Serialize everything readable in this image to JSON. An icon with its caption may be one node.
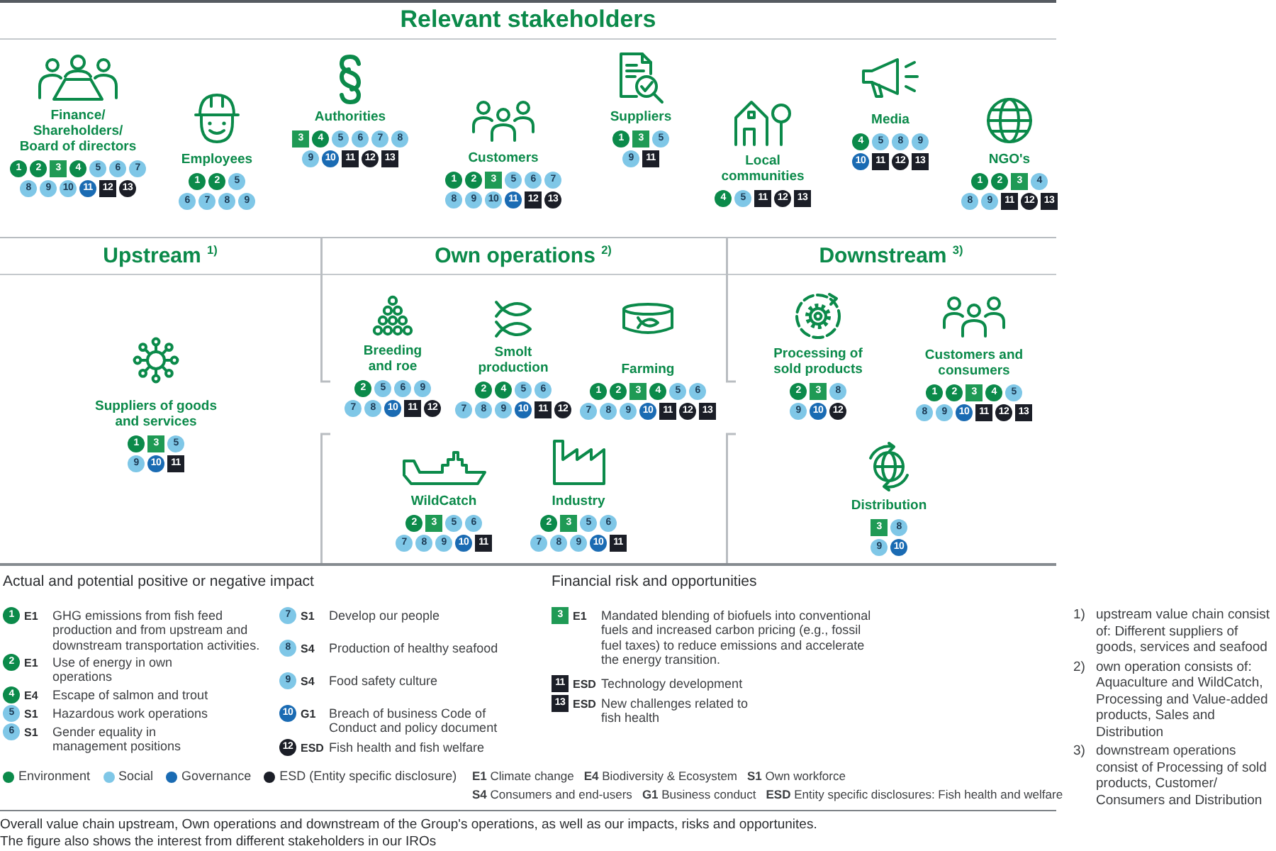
{
  "diagram": {
    "caption": "Overall value chain upstream, Own operations and downstream of the Group's operations, as well as our impacts, risks and opportunites. The figure also shows the interest from different stakeholders in our IROs",
    "nodes": [
      {
        "text": [
          "Relevant stakeholders"
        ]
      },
      {
        "text": [
          "Finance/ Shareholders/ Board of directors"
        ],
        "in": 0
      },
      {
        "text": [
          "1"
        ],
        "in": 0
      },
      {
        "text": [
          "2"
        ],
        "in": 0
      },
      {
        "text": [
          "3"
        ],
        "in": 0
      },
      {
        "text": [
          "4"
        ],
        "in": 0
      },
      {
        "text": [
          "5"
        ],
        "in": 0
      },
      {
        "text": [
          "6"
        ],
        "in": 0
      },
      {
        "text": [
          "7"
        ],
        "in": 0
      },
      {
        "text": [
          "8"
        ],
        "in": 0
      },
      {
        "text": [
          "9"
        ],
        "in": 0
      },
      {
        "text": [
          "10"
        ],
        "in": 0
      },
      {
        "text": [
          "11"
        ],
        "in": 0
      },
      {
        "text": [
          "12"
        ],
        "in": 0
      },
      {
        "text": [
          "13"
        ],
        "in": 0
      },
      {
        "text": [
          "Employees"
        ],
        "in": 0
      },
      {
        "text": [
          "1"
        ],
        "in": 0
      },
      {
        "text": [
          "2"
        ],
        "in": 0
      },
      {
        "text": [
          "5"
        ],
        "in": 0
      },
      {
        "text": [
          "6"
        ],
        "in": 0
      },
      {
        "text": [
          "7"
        ],
        "in": 0
      },
      {
        "text": [
          "8"
        ],
        "in": 0
      },
      {
        "text": [
          "9"
        ],
        "in": 0
      },
      {
        "text": [
          "Authorities"
        ],
        "in": 0
      },
      {
        "text": [
          "3"
        ],
        "in": 0
      },
      {
        "text": [
          "4"
        ],
        "in": 0
      },
      {
        "text": [
          "5"
        ],
        "in": 0
      },
      {
        "text": [
          "6"
        ],
        "in": 0
      },
      {
        "text": [
          "7"
        ],
        "in": 0
      },
      {
        "text": [
          "8"
        ],
        "in": 0
      },
      {
        "text": [
          "9"
        ],
        "in": 0
      },
      {
        "text": [
          "10"
        ],
        "in": 0
      },
      {
        "text": [
          "11"
        ],
        "in": 0
      },
      {
        "text": [
          "12"
        ],
        "in": 0
      },
      {
        "text": [
          "13"
        ],
        "in": 0
      },
      {
        "text": [
          "Customers"
        ],
        "in": 0
      },
      {
        "text": [
          "1"
        ],
        "in": 0
      },
      {
        "text": [
          "2"
        ],
        "in": 0
      },
      {
        "text": [
          "3"
        ],
        "in": 0
      },
      {
        "text": [
          "5"
        ],
        "in": 0
      },
      {
        "text": [
          "6"
        ],
        "in": 0
      },
      {
        "text": [
          "7"
        ],
        "in": 0
      },
      {
        "text": [
          "8"
        ],
        "in": 0
      },
      {
        "text": [
          "9"
        ],
        "in": 0
      },
      {
        "text": [
          "10"
        ],
        "in": 0
      },
      {
        "text": [
          "11"
        ],
        "in": 0
      },
      {
        "text": [
          "12"
        ],
        "in": 0
      },
      {
        "text": [
          "13"
        ],
        "in": 0
      },
      {
        "text": [
          "Suppliers"
        ],
        "in": 0
      },
      {
        "text": [
          "1"
        ],
        "in": 0
      },
      {
        "text": [
          "3"
        ],
        "in": 0
      },
      {
        "text": [
          "5"
        ],
        "in": 0
      },
      {
        "text": [
          "9"
        ],
        "in": 0
      },
      {
        "text": [
          "11"
        ],
        "in": 0
      },
      {
        "text": [
          "Local communities"
        ],
        "in": 0
      },
      {
        "text": [
          "4"
        ],
        "in": 0
      },
      {
        "text": [
          "5"
        ],
        "in": 0
      },
      {
        "text": [
          "11"
        ],
        "in": 0
      },
      {
        "text": [
          "12"
        ],
        "in": 0
      },
      {
        "text": [
          "13"
        ],
        "in": 0
      },
      {
        "text": [
          "Media"
        ],
        "in": 0
      },
      {
        "text": [
          "4"
        ],
        "in": 0
      },
      {
        "text": [
          "5"
        ],
        "in": 0
      },
      {
        "text": [
          "8"
        ],
        "in": 0
      },
      {
        "text": [
          "9"
        ],
        "in": 0
      },
      {
        "text": [
          "10"
        ],
        "in": 0
      },
      {
        "text": [
          "11"
        ],
        "in": 0
      },
      {
        "text": [
          "12"
        ],
        "in": 0
      },
      {
        "text": [
          "13"
        ],
        "in": 0
      },
      {
        "text": [
          "NGO's"
        ],
        "in": 0
      },
      {
        "text": [
          "1"
        ],
        "in": 0
      },
      {
        "text": [
          "2"
        ],
        "in": 0
      },
      {
        "text": [
          "3"
        ],
        "in": 0
      },
      {
        "text": [
          "4"
        ],
        "in": 0
      },
      {
        "text": [
          "8"
        ],
        "in": 0
      },
      {
        "text": [
          "9"
        ],
        "in": 0
      },
      {
        "text": [
          "11"
        ],
        "in": 0
      },
      {
        "text": [
          "12"
        ],
        "in": 0
      },
      {
        "text": [
          "13"
        ],
        "in": 0
      },
      {
        "text": [
          "Upstream $^{1)}$"
        ]
      },
      {
        "text": [
          "Suppliers of goods and services"
        ],
        "in": 79
      },
      {
        "text": [
          "1"
        ],
        "in": 79
      },
      {
        "text": [
          "3"
        ],
        "in": 79
      },
      {
        "text": [
          "5"
        ],
        "in": 79
      },
      {
        "text": [
          "9"
        ],
        "in": 79
      },
      {
        "text": [
          "10"
        ],
        "in": 79
      },
      {
        "text": [
          "11"
        ],
        "in": 79
      },
      {
        "text": [
          "Own operations $^{2)}$"
        ]
      },
      {
        "text": [
          "Breeding and roe"
        ],
        "in": 87
      },
      {
        "text": [
          "2"
        ],
        "in": 87
      },
      {
        "text": [
          "5"
        ],
        "in": 87
      },
      {
        "text": [
          "6"
        ],
        "in": 87
      },
      {
        "text": [
          "9"
        ],
        "in": 87
      },
      {
        "text": [
          "7"
        ],
        "in": 87
      },
      {
        "text": [
          "8"
        ],
        "in": 87
      },
      {
        "text": [
          "10"
        ],
        "in": 87
      },
      {
        "text": [
          "11"
        ],
        "in": 87
      },
      {
        "text": [
          "12"
        ],
        "in": 87
      },
      {
        "text": [
          "Smolt production"
        ],
        "in": 87
      },
      {
        "text": [
          "2"
        ],
        "in": 87
      },
      {
        "text": [
          "4"
        ],
        "in": 87
      },
      {
        "text": [
          "5"
        ],
        "in": 87
      },
      {
        "text": [
          "6"
        ],
        "in": 87
      },
      {
        "text": [
          "7"
        ],
        "in": 87
      },
      {
        "text": [
          "8"
        ],
        "in": 87
      },
      {
        "text": [
          "9"
        ],
        "in": 87
      },
      {
        "text": [
          "10"
        ],
        "in": 87
      },
      {
        "text": [
          "11"
        ],
        "in": 87
      },
      {
        "text": [
          "12"
        ],
        "in": 87
      },
      {
        "text": [
          "Farming"
        ],
        "in": 87
      },
      {
        "text": [
          "1"
        ],
        "in": 87
      },
      {
        "text": [
          "2"
        ],
        "in": 87
      },
      {
        "text": [
          "3"
        ],
        "in": 87
      },
      {
        "text": [
          "4"
        ],
        "in": 87
      },
      {
        "text": [
          "5"
        ],
        "in": 87
      },
      {
        "text": [
          "6"
        ],
        "in": 87
      },
      {
        "text": [
          "7"
        ],
        "in": 87
      },
      {
        "text": [
          "8"
        ],
        "in": 87
      },
      {
        "text": [
          "9"
        ],
        "in": 87
      },
      {
        "text": [
          "10"
        ],
        "in": 87
      },
      {
        "text": [
          "11"
        ],
        "in": 87
      },
      {
        "text": [
          "12"
        ],
        "in": 87
      },
      {
        "text": [
          "13"
        ],
        "in": 87
      },
      {
        "text": [
          "WildCatch"
        ],
        "in": 87
      },
      {
        "text": [
          "2"
        ],
        "in": 87
      },
      {
        "text": [
          "3"
        ],
        "in": 87
      },
      {
        "text": [
          "5"
        ],
        "in": 87
      },
      {
        "text": [
          "6"
        ],
        "in": 87
      },
      {
        "text": [
          "7"
        ],
        "in": 87
      },
      {
        "text": [
          "8"
        ],
        "in": 87
      },
      {
        "text": [
          "9"
        ],
        "in": 87
      },
      {
        "text": [
          "10"
        ],
        "in": 87
      },
      {
        "text": [
          "11"
        ],
        "in": 87
      },
      {
        "text": [
          "Industry"
        ],
        "in": 87
      },
      {
        "text": [
          "2"
        ],
        "in": 87
      },
      {
        "text": [
          "3"
        ],
        "in": 87
      },
      {
        "text": [
          "5"
        ],
        "in": 87
      },
      {
        "text": [
          "6"
        ],
        "in": 87
      },
      {
        "text": [
          "7"
        ],
        "in": 87
      },
      {
        "text": [
          "8"
        ],
        "in": 87
      },
      {
        "text": [
          "9"
        ],
        "in": 87
      },
      {
        "text": [
          "10"
        ],
        "in": 87
      },
      {
        "text": [
          "11"
        ],
        "in": 87
      },
      {
        "text": [
          "Downstream $^{3)}$"
        ]
      },
      {
        "text": [
          "Processing of sold products"
        ],
        "in": 143
      },
      {
        "text": [
          "2"
        ],
        "in": 143
      },
      {
        "text": [
          "3"
        ],
        "in": 143
      },
      {
        "text": [
          "8"
        ],
        "in": 143
      },
      {
        "text": [
          "9"
        ],
        "in": 143
      },
      {
        "text": [
          "10"
        ],
        "in": 143
      },
      {
        "text": [
          "12"
        ],
        "in": 143
      },
      {
        "text": [
          "Customers and consumers"
        ],
        "in": 143
      },
      {
        "text": [
          "1"
        ],
        "in": 143
      },
      {
        "text": [
          "2"
        ],
        "in": 143
      },
      {
        "text": [
          "3"
        ],
        "in": 143
      },
      {
        "text": [
          "4"
        ],
        "in": 143
      },
      {
        "text": [
          "5"
        ],
        "in": 143
      },
      {
        "text": [
          "8"
        ],
        "in": 143
      },
      {
        "text": [
          "9"
        ],
        "in": 143
      },
      {
        "text": [
          "10"
        ],
        "in": 143
      },
      {
        "text": [
          "11"
        ],
        "in": 143
      },
      {
        "text": [
          "12"
        ],
        "in": 143
      },
      {
        "text": [
          "13"
        ],
        "in": 143
      },
      {
        "text": [
          "Distribution"
        ],
        "in": 143
      },
      {
        "text": [
          "3"
        ],
        "in": 143
      },
      {
        "text": [
          "8"
        ],
        "in": 143
      },
      {
        "text": [
          "9"
        ],
        "in": 143
      },
      {
        "text": [
          "10"
        ],
        "in": 143
      },
      {
        "text": [
          "1"
        ],
        "beside": [
          "E1",
          "GHG emissions from fish feed production and from upstream and downstream transportation activities."
        ]
      },
      {
        "text": [
          "2"
        ],
        "beside": [
          "E1",
          "Use of energy in own operations"
        ]
      },
      {
        "text": [
          "4"
        ],
        "beside": [
          "E4",
          "Escape of salmon and trout"
        ]
      },
      {
        "text": [
          "5"
        ],
        "beside": [
          "S1",
          "Hazardous work operations"
        ]
      },
      {
        "text": [
          "6"
        ],
        "beside": [
          "S1",
          "Gender equality in management positions"
        ]
      },
      {
        "text": [
          "7"
        ],
        "beside": [
          "S1",
          "Develop our people"
        ]
      },
      {
        "text": [
          "8"
        ],
        "beside": [
          "S4",
          "Production of healthy seafood"
        ]
      },
      {
        "text": [
          "9"
        ],
        "beside": [
          "S4",
          "Food safety culture"
        ]
      },
      {
        "text": [
          "10"
        ],
        "beside": [
          "G1",
          "Breach of business Code of Conduct and policy document"
        ]
      },
      {
        "text": [
          "12"
        ],
        "beside": [
          "ESD",
          "Fish health and fish welfare"
        ]
      },
      {
        "text": [
          "3"
        ],
        "beside": [
          "E1",
          "Mandated blending of biofuels into conventional fuels and increased carbon pricing (e.g., fossil fuel taxes) to reduce emissions and accelerate the energy transition."
        ]
      },
      {
        "text": [
          "11"
        ],
        "beside": [
          "ESD",
          "Technology development"
        ]
      },
      {
        "text": [
          "13"
        ],
        "beside": [
          "ESD",
          "New challenges related to fish health"
        ]
      }
    ],
    "labels": [
      "Actual and potential positive or negative impact",
      "Financial risk and opportunities",
      "1)",
      "upstream value chain consist of: Different suppliers of goods, services and seafood",
      "2)",
      "own operation consists of: Aquaculture and WildCatch, Processing and Value-added products, Sales and Distribution",
      "3)",
      "downstream operations consist of Processing of sold products, Customer/ Consumers and Distribution",
      "**E1** Climate change",
      "**E4** Biodiversity & Ecosystem",
      "**S1** Own workforce",
      "**S4** Consumers and end-users",
      "**G1** Business conduct",
      "**ESD** Entity specific disclosures: Fish health and welfare"
    ],
    "legend": [
      {
        "text": "Environment",
        "color": "#0b8a4a"
      },
      {
        "text": "Social",
        "color": "#7fc7e7"
      },
      {
        "text": "Governance",
        "color": "#1a6bb3"
      },
      {
        "text": "ESD (Entity specific disclosure)",
        "color": "#1b1e27"
      }
    ]
  }
}
